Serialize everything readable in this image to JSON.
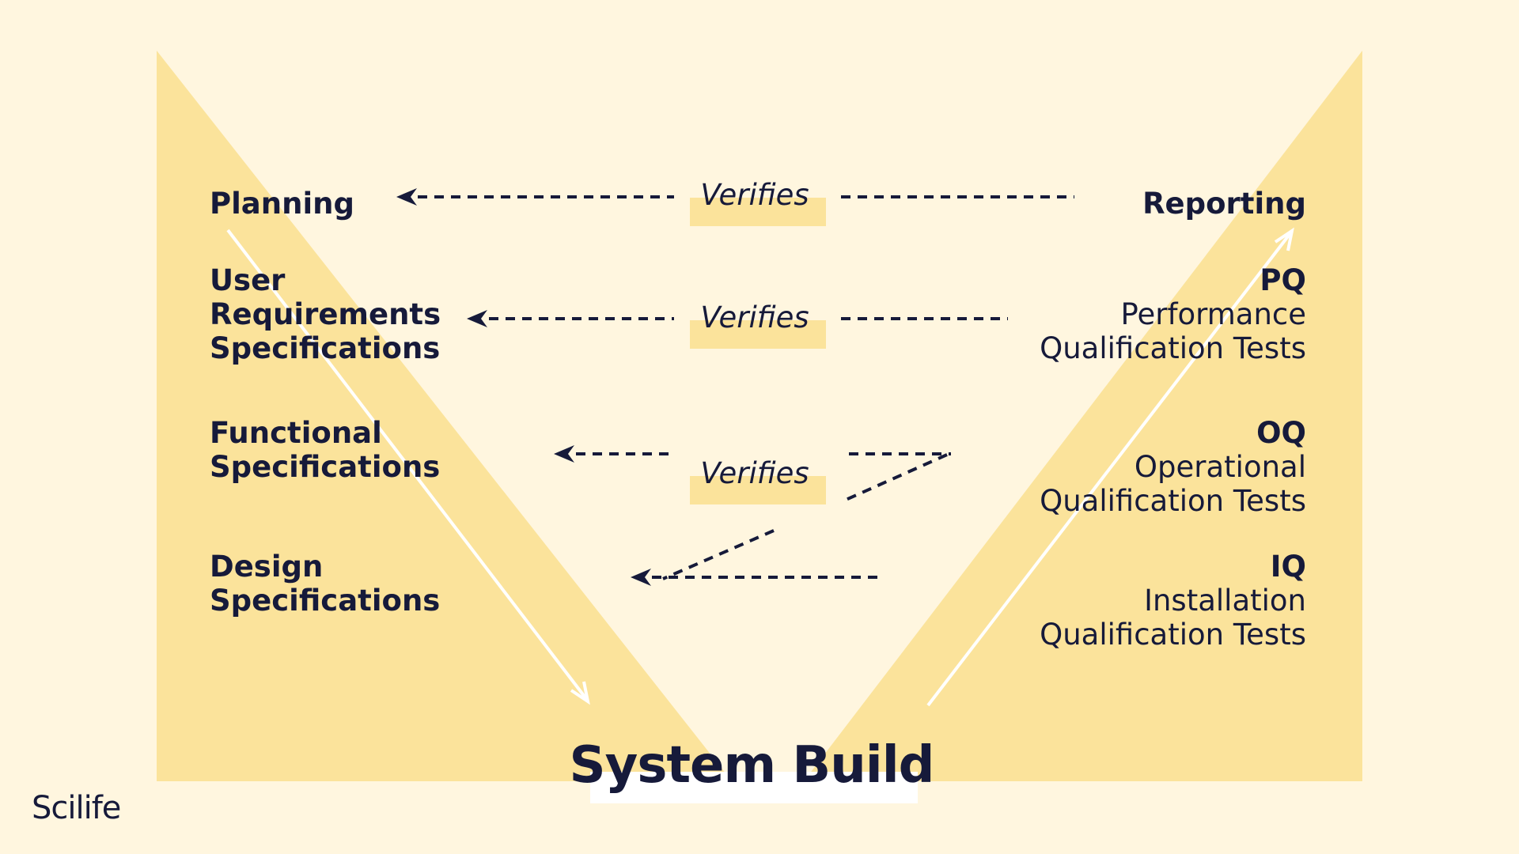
{
  "colors": {
    "background": "#FFF6DF",
    "v_shape": "#FBE39B",
    "text": "#161A3A",
    "white_arrow": "#FFFFFF"
  },
  "left_labels": {
    "planning": "Planning",
    "urs": [
      "User",
      "Requirements",
      "Specifications"
    ],
    "fs": [
      "Functional",
      "Specifications"
    ],
    "ds": [
      "Design",
      "Specifications"
    ]
  },
  "right_labels": {
    "reporting": "Reporting",
    "pq": {
      "code": "PQ",
      "lines": [
        "Performance",
        "Qualification Tests"
      ]
    },
    "oq": {
      "code": "OQ",
      "lines": [
        "Operational",
        "Qualification Tests"
      ]
    },
    "iq": {
      "code": "IQ",
      "lines": [
        "Installation",
        "Qualification Tests"
      ]
    }
  },
  "connectors": {
    "verifies_1": "Verifies",
    "verifies_2": "Verifies",
    "verifies_3": "Verifies"
  },
  "bottom": {
    "title": "System Build"
  },
  "logo": {
    "text": "Scilife"
  }
}
